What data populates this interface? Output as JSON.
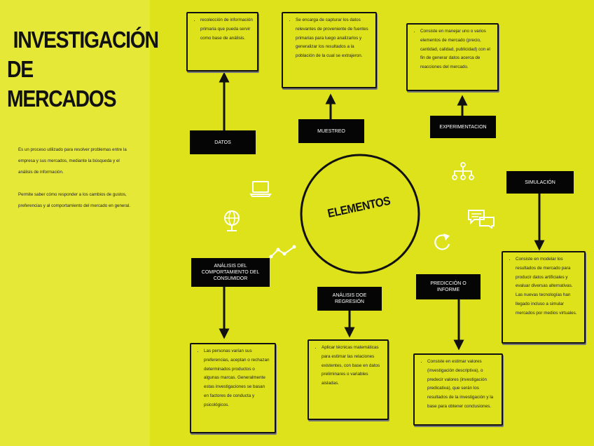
{
  "title": {
    "line1": "INVESTIGACIÓN",
    "line2": "DE MERCADOS"
  },
  "description": [
    "Es un proceso utilizado para resolver problemas entre la empresa y sus mercados, mediante la búsqueda y el análisis de información.",
    "Permite saber cómo responder a los cambios de gustos, preferencias y al comportamiento del mercado en general."
  ],
  "center": {
    "label": "ELEMENTOS"
  },
  "elements": [
    {
      "label": "DATOS",
      "definition": "recolección de información primaria que pueda servir como base de análisis."
    },
    {
      "label": "MUESTREO",
      "definition": "Se encarga de capturar los datos relevantes de proveniente de fuentes primarias para luego analizarlos y generalizar los resultados a la población de la cual se extrajeron."
    },
    {
      "label": "EXPERIMENTACION",
      "definition": "Consiste en manejar uno o varios elementos de mercado (precio, cantidad, calidad, publicidad) con el fin de generar datos acerca de reacciones del mercado."
    },
    {
      "label": "SIMULACIÓN",
      "definition": "Consiste en modelar los resultados de mercado para producir datos artificiales y evaluar diversas alternativas. Las nuevas tecnologías han llegado incluso a simular mercados por medios virtuales."
    },
    {
      "label": "PREDICCIÓN O INFORME",
      "definition": "Consiste en estimar valores (investigación descriptiva), o predecir valores (investigación predicativa), que serán los resultados de la investigación y la base para obtener conclusiones."
    },
    {
      "label": "ANÁLISIS DOE REGRESIÓN",
      "definition": "Aplicar técnicas matemáticas para estimar las relaciones existentes, con base en datos preliminares o variables aisladas."
    },
    {
      "label": "ANÁLISIS DEL COMPORTAMIENTO DEL CONSUMIDOR",
      "definition": "Las personas varían sus preferencias, aceptan o rechazan determinados productos o algunas marcas. Generalmente estas investigaciones se basan en factores de conducta y psicológicos."
    }
  ],
  "icons": [
    "laptop-icon",
    "globe-icon",
    "trend-line-icon",
    "hierarchy-icon",
    "chat-bubbles-icon",
    "refresh-icon"
  ],
  "colors": {
    "background": "#dde21a",
    "sidebar": "#e6e838",
    "label_bg": "#050505",
    "text": "#111111"
  }
}
